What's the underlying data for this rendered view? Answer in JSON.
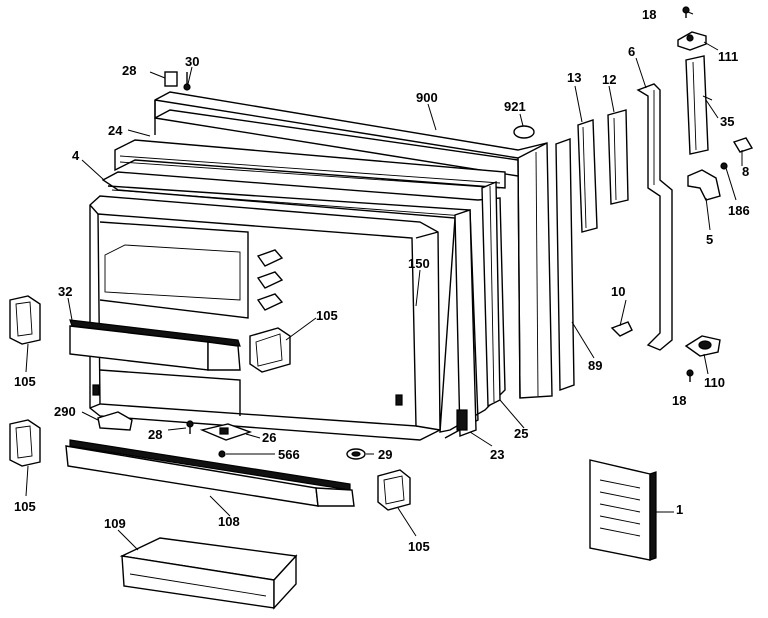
{
  "diagram": {
    "labels": {
      "p18_top": "18",
      "p111": "111",
      "p28_top": "28",
      "p30": "30",
      "p6": "6",
      "p13": "13",
      "p12": "12",
      "p900": "900",
      "p921": "921",
      "p35": "35",
      "p24": "24",
      "p8": "8",
      "p4": "4",
      "p186": "186",
      "p5": "5",
      "p150": "150",
      "p32": "32",
      "p105_top": "105",
      "p10": "10",
      "p105_left1": "105",
      "p89": "89",
      "p110": "110",
      "p18_bot": "18",
      "p290": "290",
      "p28_mid": "28",
      "p26": "26",
      "p25": "25",
      "p566": "566",
      "p29": "29",
      "p23": "23",
      "p105_left2": "105",
      "p1": "1",
      "p108": "108",
      "p109": "109",
      "p105_bot": "105"
    }
  }
}
